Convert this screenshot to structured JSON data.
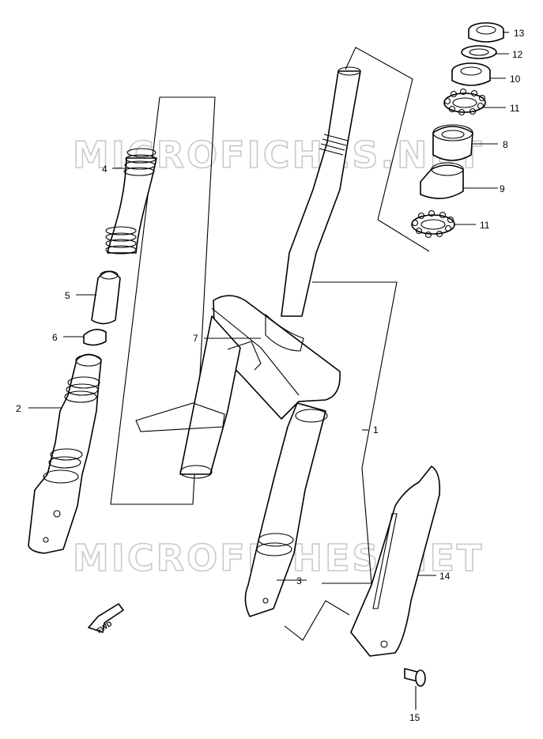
{
  "watermark": {
    "text": "MICROFICHES.NET"
  },
  "parts": [
    {
      "id": "1",
      "label": "1"
    },
    {
      "id": "2",
      "label": "2"
    },
    {
      "id": "3",
      "label": "3"
    },
    {
      "id": "4",
      "label": "4"
    },
    {
      "id": "5",
      "label": "5"
    },
    {
      "id": "6",
      "label": "6"
    },
    {
      "id": "7",
      "label": "7"
    },
    {
      "id": "8",
      "label": "8"
    },
    {
      "id": "9",
      "label": "9"
    },
    {
      "id": "10",
      "label": "10"
    },
    {
      "id": "11a",
      "label": "11"
    },
    {
      "id": "11b",
      "label": "11"
    },
    {
      "id": "12",
      "label": "12"
    },
    {
      "id": "13",
      "label": "13"
    },
    {
      "id": "14",
      "label": "14"
    },
    {
      "id": "15",
      "label": "15"
    }
  ],
  "fwd_arrow": {
    "label": "FWD"
  }
}
